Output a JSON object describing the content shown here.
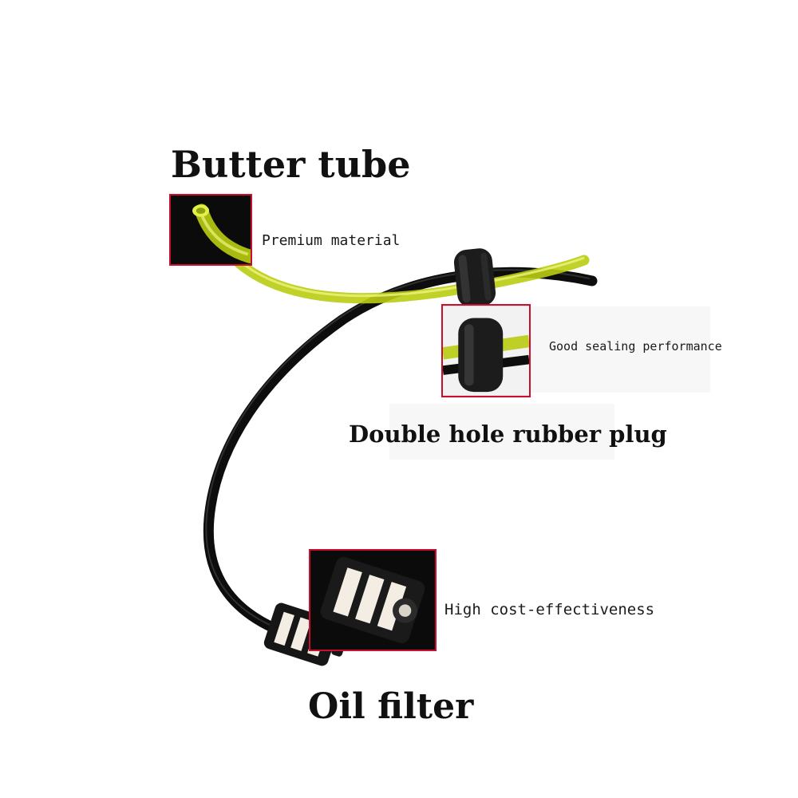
{
  "labels": {
    "butter_tube": "Butter tube",
    "premium_material": "Premium material",
    "good_sealing": "Good sealing performance",
    "rubber_plug": "Double hole rubber plug",
    "cost_effective": "High cost-effectiveness",
    "oil_filter": "Oil filter"
  },
  "colors": {
    "background": "#ffffff",
    "inset_border": "#c8102e",
    "fuel_line_yellow": "#c9dc1c",
    "fuel_line_black": "#0d0d0d",
    "filter_element": "#f3ede4"
  }
}
